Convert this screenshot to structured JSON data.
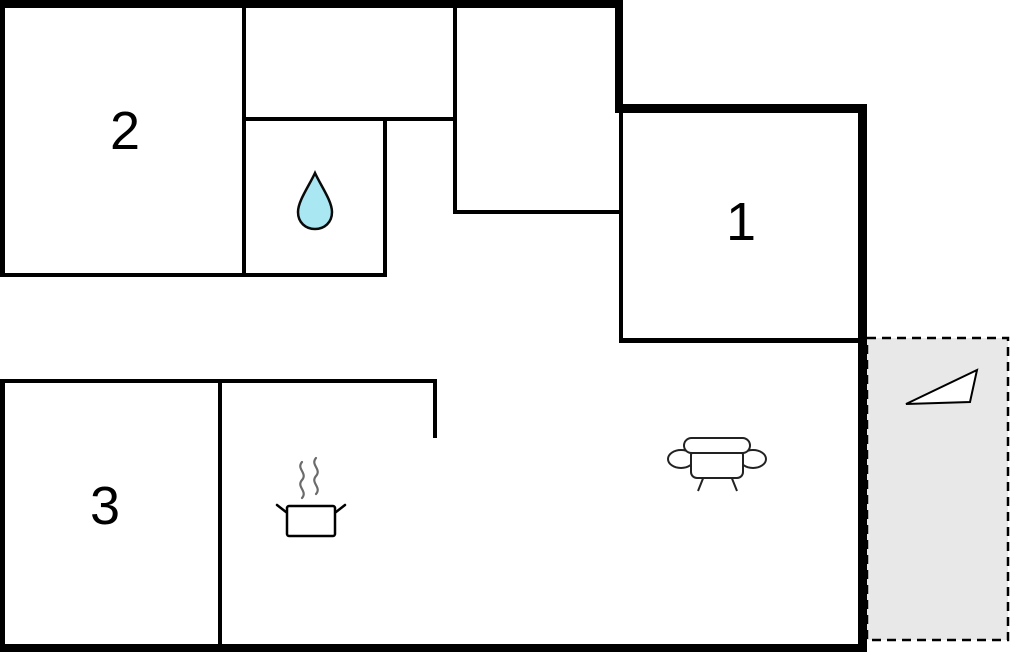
{
  "diagram_kind": "floor-plan",
  "rooms": [
    {
      "label": "2"
    },
    {
      "label": "1"
    },
    {
      "label": "3"
    }
  ],
  "icons": {
    "bathroom": "water-drop-icon",
    "kitchen": "cooking-pot-icon",
    "living_room": "sofa-icon",
    "terrace": "triangle-marker-icon"
  },
  "colors": {
    "wall": "#000000",
    "background": "#ffffff",
    "water_drop_fill": "#a9e7f2",
    "water_drop_stroke": "#0a0a0a",
    "terrace_fill": "#e8e8e8"
  }
}
